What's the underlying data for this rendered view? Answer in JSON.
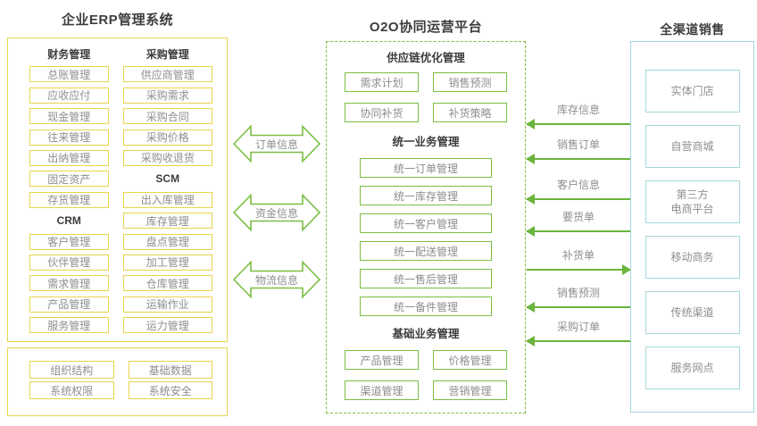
{
  "colors": {
    "yellow_accent": "#e9d44c",
    "green_accent": "#7cbe43",
    "arrow_green": "#6ab33c",
    "cyan_accent": "#a5d8da",
    "heading_text": "#3d3d3d",
    "item_text": "#8e8e8e"
  },
  "erp": {
    "title": "企业ERP管理系统",
    "col1": [
      {
        "type": "header",
        "label": "财务管理"
      },
      {
        "type": "item",
        "label": "总账管理"
      },
      {
        "type": "item",
        "label": "应收应付"
      },
      {
        "type": "item",
        "label": "现金管理"
      },
      {
        "type": "item",
        "label": "往来管理"
      },
      {
        "type": "item",
        "label": "出纳管理"
      },
      {
        "type": "item",
        "label": "固定资产"
      },
      {
        "type": "item",
        "label": "存货管理"
      },
      {
        "type": "header",
        "label": "CRM"
      },
      {
        "type": "item",
        "label": "客户管理"
      },
      {
        "type": "item",
        "label": "伙伴管理"
      },
      {
        "type": "item",
        "label": "需求管理"
      },
      {
        "type": "item",
        "label": "产品管理"
      },
      {
        "type": "item",
        "label": "服务管理"
      }
    ],
    "col2": [
      {
        "type": "header",
        "label": "采购管理"
      },
      {
        "type": "item",
        "label": "供应商管理"
      },
      {
        "type": "item",
        "label": "采购需求"
      },
      {
        "type": "item",
        "label": "采购合同"
      },
      {
        "type": "item",
        "label": "采购价格"
      },
      {
        "type": "item",
        "label": "采购收退货"
      },
      {
        "type": "header",
        "label": "SCM"
      },
      {
        "type": "item",
        "label": "出入库管理"
      },
      {
        "type": "item",
        "label": "库存管理"
      },
      {
        "type": "item",
        "label": "盘点管理"
      },
      {
        "type": "item",
        "label": "加工管理"
      },
      {
        "type": "item",
        "label": "仓库管理"
      },
      {
        "type": "item",
        "label": "运输作业"
      },
      {
        "type": "item",
        "label": "运力管理"
      }
    ],
    "footer": {
      "col1": [
        {
          "label": "组织结构"
        },
        {
          "label": "系统权限"
        }
      ],
      "col2": [
        {
          "label": "基础数据"
        },
        {
          "label": "系统安全"
        }
      ]
    }
  },
  "platform": {
    "title": "O2O协同运营平台",
    "sections": [
      {
        "header": "供应链优化管理",
        "items": [
          "需求计划",
          "销售预测",
          "协同补货",
          "补货策略"
        ]
      },
      {
        "header": "统一业务管理",
        "items": [
          "统一订单管理",
          "统一库存管理",
          "统一客户管理",
          "统一配送管理",
          "统一售后管理",
          "统一备件管理"
        ]
      },
      {
        "header": "基础业务管理",
        "items": [
          "产品管理",
          "价格管理",
          "渠道管理",
          "营销管理"
        ]
      }
    ]
  },
  "channels": {
    "title": "全渠道销售",
    "items": [
      {
        "lines": [
          "实体门店"
        ]
      },
      {
        "lines": [
          "自营商城"
        ]
      },
      {
        "lines": [
          "第三方",
          "电商平台"
        ]
      },
      {
        "lines": [
          "移动商务"
        ]
      },
      {
        "lines": [
          "传统渠道"
        ]
      },
      {
        "lines": [
          "服务网点"
        ]
      }
    ]
  },
  "erp_platform_flows": [
    {
      "label": "订单信息",
      "direction": "both"
    },
    {
      "label": "资金信息",
      "direction": "both"
    },
    {
      "label": "物流信息",
      "direction": "both"
    }
  ],
  "platform_channel_flows": [
    {
      "label": "库存信息",
      "direction": "to-platform"
    },
    {
      "label": "销售订单",
      "direction": "to-platform"
    },
    {
      "label": "客户信息",
      "direction": "to-platform"
    },
    {
      "label": "要货单",
      "direction": "to-platform"
    },
    {
      "label": "补货单",
      "direction": "to-channels"
    },
    {
      "label": "销售预测",
      "direction": "to-platform"
    },
    {
      "label": "采购订单",
      "direction": "to-platform"
    }
  ]
}
